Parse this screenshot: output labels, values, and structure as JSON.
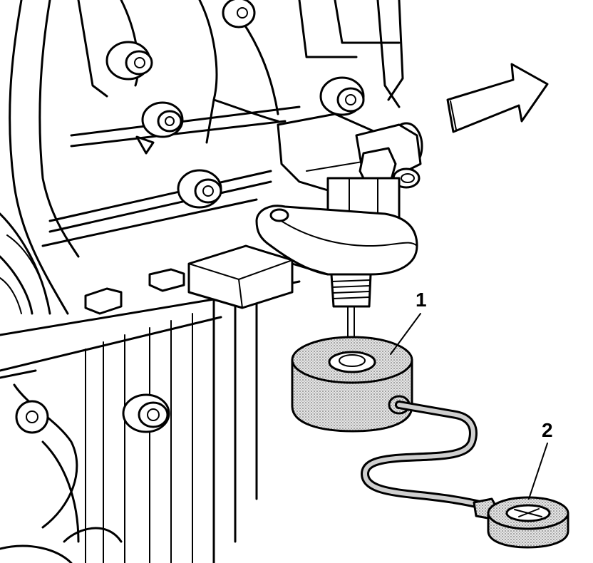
{
  "callouts": [
    {
      "id": "1",
      "label": "1"
    },
    {
      "id": "2",
      "label": "2"
    }
  ],
  "icons": {
    "direction_arrow": "direction-arrow-icon"
  }
}
